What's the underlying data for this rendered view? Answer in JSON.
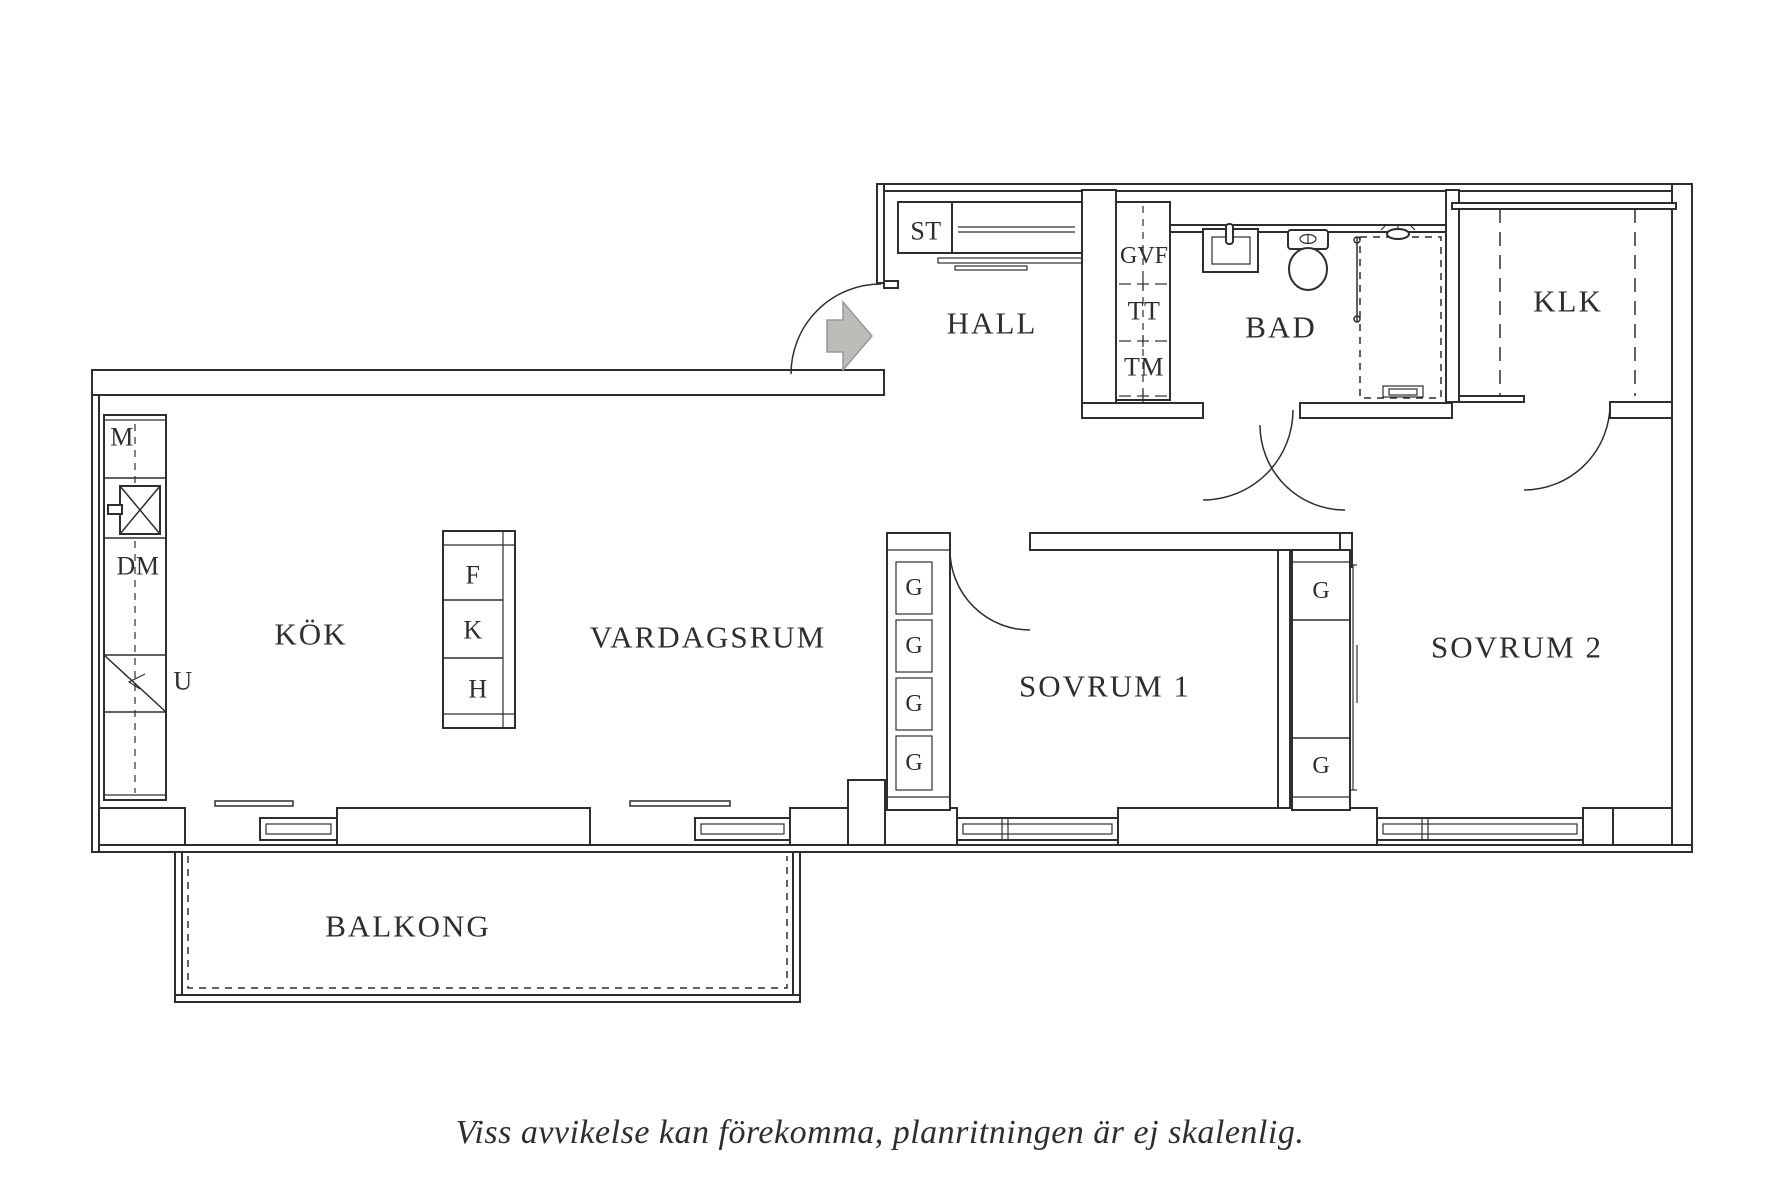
{
  "plan": {
    "rooms": {
      "hall": "HALL",
      "bad": "BAD",
      "klk": "KLK",
      "kok": "KÖK",
      "vardagsrum": "VARDAGSRUM",
      "sovrum1": "SOVRUM 1",
      "sovrum2": "SOVRUM 2",
      "balkong": "BALKONG"
    },
    "fixtures": {
      "st": "ST",
      "gvf": "GVF",
      "tt": "TT",
      "tm": "TM",
      "m": "M",
      "dm": "DM",
      "u": "U",
      "f": "F",
      "k": "K",
      "h": "H",
      "g": "G"
    },
    "disclaimer": "Viss avvikelse kan förekomma, planritningen är ej skalenlig.",
    "colors": {
      "line": "#2e2e2e",
      "arrow_fill": "#bcbcb9",
      "arrow_edge": "#979794",
      "background": "#ffffff"
    }
  }
}
